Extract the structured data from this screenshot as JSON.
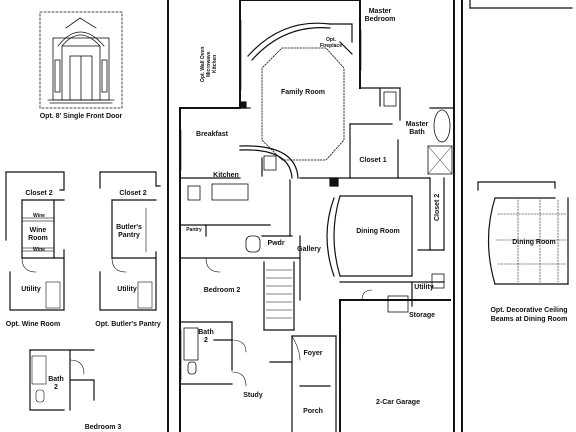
{
  "rooms": {
    "master_bedroom": "Master\nBedroom",
    "opt_fireplace": "Opt.\nFireplace",
    "family_room": "Family Room",
    "breakfast": "Breakfast",
    "master_bath": "Master\nBath",
    "closet_1": "Closet 1",
    "kitchen": "Kitchen",
    "closet_2_master": "Closet 2",
    "dining_room": "Dining Room",
    "pantry": "Pantry",
    "pwdr": "Pwdr",
    "gallery": "Gallery",
    "bedroom_2": "Bedroom 2",
    "utility": "Utility",
    "storage": "Storage",
    "bath_2": "Bath\n2",
    "foyer": "Foyer",
    "study": "Study",
    "two_car_garage": "2-Car Garage",
    "porch": "Porch",
    "kitchen_appliance_note": "Opt. Wall Oven\nMicrowave\nKitchen"
  },
  "options": {
    "front_door_caption": "Opt. 8' Single Front Door",
    "wine_room": {
      "closet_2": "Closet 2",
      "wine_label_top": "Wine",
      "wine_room": "Wine\nRoom",
      "wine_label_bottom": "Wine",
      "utility": "Utility",
      "caption": "Opt. Wine Room"
    },
    "butlers_pantry": {
      "closet_2": "Closet 2",
      "butlers_pantry": "Butler's\nPantry",
      "utility": "Utility",
      "caption": "Opt. Butler's Pantry"
    },
    "ceiling_beams": {
      "dining_room": "Dining Room",
      "caption": "Opt. Decorative Ceiling\nBeams at Dining Room"
    },
    "bath_option": {
      "bath_2": "Bath\n2",
      "bedroom_3": "Bedroom 3"
    }
  }
}
